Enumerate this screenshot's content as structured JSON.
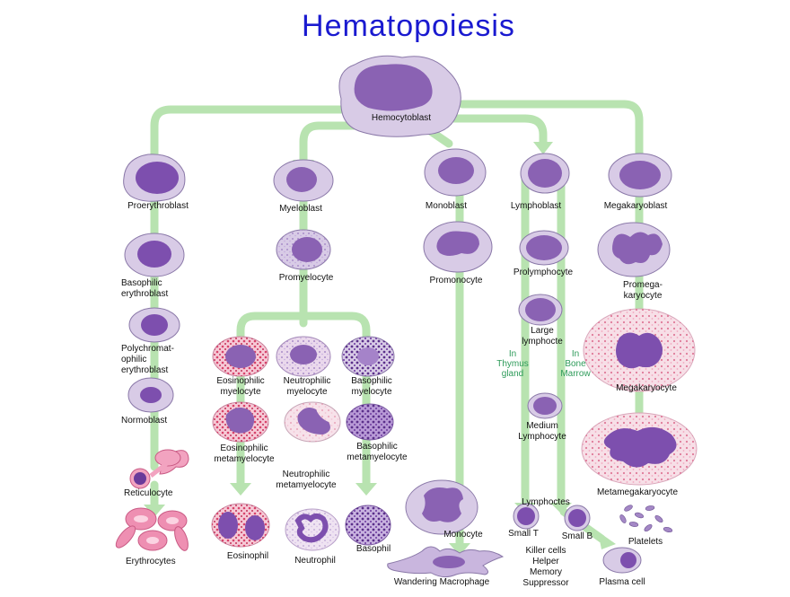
{
  "title": "Hematopoiesis",
  "colors": {
    "title": "#1a1ad0",
    "arrow": "#b8e3b0",
    "cytoplasm": "#d8cbe6",
    "nucleus": "#8a62b3",
    "granule_pink": "#f6c9d6",
    "granule_red": "#d8436a",
    "green_text": "#2e9b5a"
  },
  "cells": {
    "hemocytoblast": "Hemocytoblast",
    "proerythroblast": "Proerythroblast",
    "basophilic_erythroblast": [
      "Basophilic",
      "erythroblast"
    ],
    "polychromatophilic_erythroblast": [
      "Polychromat-",
      "ophilic",
      "erythroblast"
    ],
    "normoblast": "Normoblast",
    "reticulocyte": "Reticulocyte",
    "erythrocytes": "Erythrocytes",
    "myeloblast": "Myeloblast",
    "promyelocyte": "Promyelocyte",
    "eosinophilic_myelocyte": [
      "Eosinophilic",
      "myelocyte"
    ],
    "neutrophilic_myelocyte": [
      "Neutrophilic",
      "myelocyte"
    ],
    "basophilic_myelocyte": [
      "Basophilic",
      "myelocyte"
    ],
    "eosinophilic_metamyelocyte": [
      "Eosinophilic",
      "metamyelocyte"
    ],
    "neutrophilic_metamyelocyte": [
      "Neutrophilic",
      "metamyelocyte"
    ],
    "basophilic_metamyelocyte": [
      "Basophilic",
      "metamyelocyte"
    ],
    "eosinophil": "Eosinophil",
    "neutrophil": "Neutrophil",
    "basophil": "Basophil",
    "monoblast": "Monoblast",
    "promonocyte": "Promonocyte",
    "monocyte": "Monocyte",
    "wandering_macrophage": "Wandering Macrophage",
    "lymphoblast": "Lymphoblast",
    "prolymphocyte": "Prolymphocyte",
    "large_lymphocyte": [
      "Large",
      "lymphocte"
    ],
    "in_thymus_gland": [
      "In",
      "Thymus",
      "gland"
    ],
    "in_bone_marrow": [
      "In",
      "Bone",
      "Marrow"
    ],
    "medium_lymphocyte": [
      "Medium",
      "Lymphocyte"
    ],
    "lymphocytes": "Lymphoctes",
    "small_t": "Small T",
    "small_b": "Small B",
    "t_cell_types": [
      "Killer cells",
      "Helper",
      "Memory",
      "Suppressor"
    ],
    "plasma_cell": "Plasma cell",
    "megakaryoblast": "Megakaryoblast",
    "promegakaryocyte": [
      "Promega-",
      "karyocyte"
    ],
    "megakaryocyte": "Megakaryocyte",
    "metamegakaryocyte": "Metamegakaryocyte",
    "platelets": "Platelets"
  }
}
